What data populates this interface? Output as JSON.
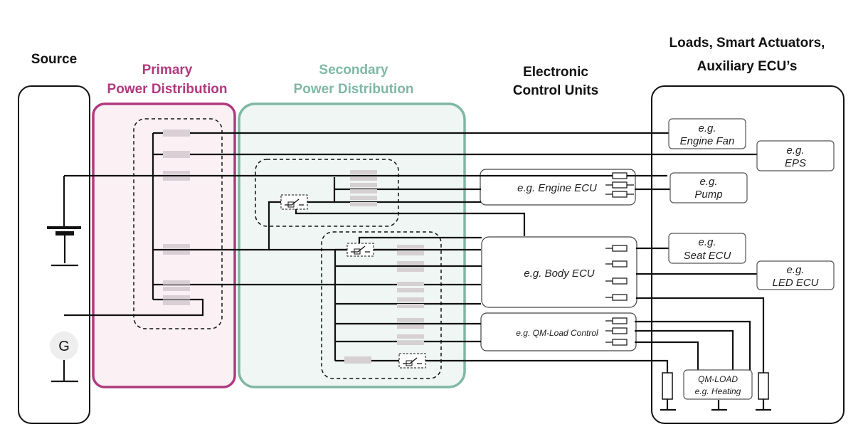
{
  "headers": {
    "source": "Source",
    "primary_line1": "Primary",
    "primary_line2": "Power Distribution",
    "secondary_line1": "Secondary",
    "secondary_line2": "Power Distribution",
    "ecu_line1": "Electronic",
    "ecu_line2": "Control Units",
    "loads_line1": "Loads, Smart Actuators,",
    "loads_line2": "Auxiliary ECU’s"
  },
  "ecus": {
    "engine": "e.g. Engine ECU",
    "body": "e.g. Body ECU",
    "qm": "e.g. QM-Load Control"
  },
  "loads": {
    "engine_fan_1": "e.g.",
    "engine_fan_2": "Engine Fan",
    "eps_1": "e.g.",
    "eps_2": "EPS",
    "pump_1": "e.g.",
    "pump_2": "Pump",
    "seat_1": "e.g.",
    "seat_2": "Seat ECU",
    "led_1": "e.g.",
    "led_2": "LED ECU",
    "qmload_1": "QM-LOAD",
    "qmload_2": "e.g. Heating"
  },
  "generator_label": "G",
  "colors": {
    "primary": "#b03a7e",
    "primary_fill": "#fbf0f4",
    "secondary": "#7fb8a4",
    "secondary_fill": "#eff6f4"
  }
}
